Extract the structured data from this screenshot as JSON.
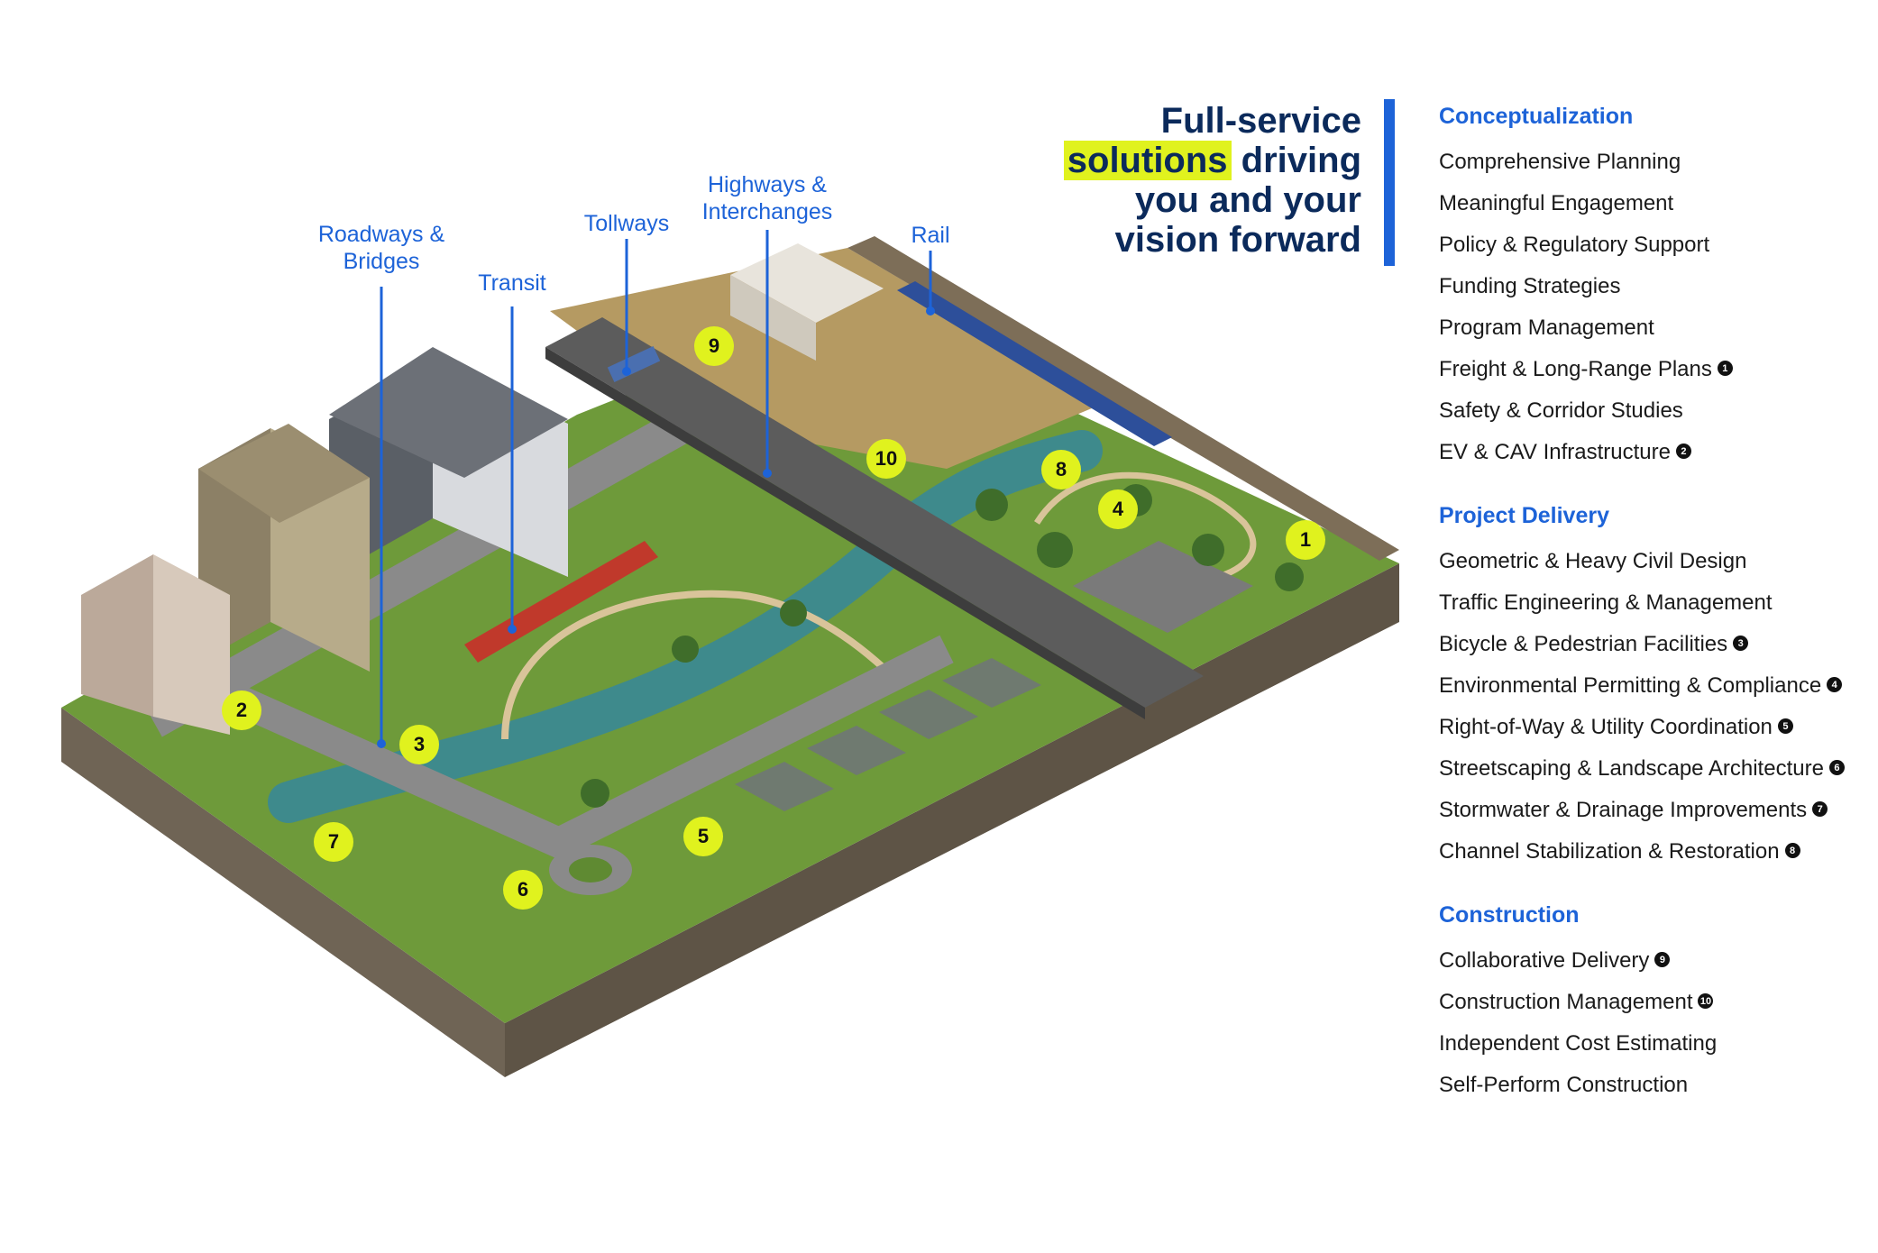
{
  "headline": {
    "line1": "Full-service",
    "highlight": "solutions",
    "line2_rest": " driving",
    "line3": "you and your",
    "line4": "vision forward"
  },
  "callouts": [
    {
      "label_lines": [
        "Roadways &",
        "Bridges"
      ]
    },
    {
      "label_lines": [
        "Transit"
      ]
    },
    {
      "label_lines": [
        "Tollways"
      ]
    },
    {
      "label_lines": [
        "Highways &",
        "Interchanges"
      ]
    },
    {
      "label_lines": [
        "Rail"
      ]
    }
  ],
  "markers": [
    "1",
    "2",
    "3",
    "4",
    "5",
    "6",
    "7",
    "8",
    "9",
    "10"
  ],
  "services": [
    {
      "heading": "Conceptualization",
      "items": [
        {
          "label": "Comprehensive Planning"
        },
        {
          "label": "Meaningful Engagement"
        },
        {
          "label": "Policy & Regulatory Support"
        },
        {
          "label": "Funding Strategies"
        },
        {
          "label": "Program Management"
        },
        {
          "label": "Freight & Long-Range Plans",
          "badge": "1"
        },
        {
          "label": "Safety & Corridor Studies"
        },
        {
          "label": "EV & CAV Infrastructure",
          "badge": "2"
        }
      ]
    },
    {
      "heading": "Project Delivery",
      "items": [
        {
          "label": "Geometric & Heavy Civil Design"
        },
        {
          "label": "Traffic Engineering & Management"
        },
        {
          "label": "Bicycle & Pedestrian Facilities",
          "badge": "3"
        },
        {
          "label": "Environmental Permitting & Compliance",
          "badge": "4"
        },
        {
          "label": "Right-of-Way & Utility Coordination",
          "badge": "5"
        },
        {
          "label": "Streetscaping & Landscape Architecture",
          "badge": "6"
        },
        {
          "label": "Stormwater & Drainage Improvements",
          "badge": "7"
        },
        {
          "label": "Channel Stabilization & Restoration",
          "badge": "8"
        }
      ]
    },
    {
      "heading": "Construction",
      "items": [
        {
          "label": "Collaborative Delivery",
          "badge": "9"
        },
        {
          "label": "Construction Management",
          "badge": "10"
        },
        {
          "label": "Independent Cost Estimating"
        },
        {
          "label": "Self-Perform Construction"
        }
      ]
    }
  ],
  "colors": {
    "accent_blue": "#1d63d8",
    "highlight_yellow": "#e0f21e",
    "navy": "#0b2a5b",
    "grass": "#6e9a3a",
    "water": "#3e8a8c",
    "soil": "#6f6455"
  }
}
